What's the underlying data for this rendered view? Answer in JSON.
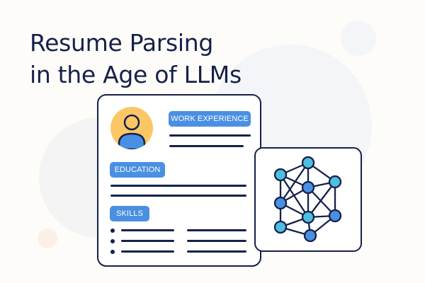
{
  "title": {
    "line1": "Resume Parsing",
    "line2": "in the Age of LLMs"
  },
  "resume_card": {
    "avatar": {
      "icon": "user-icon",
      "bg_color": "#fbc765",
      "body_color": "#4a90e2"
    },
    "sections": [
      {
        "label": "WORK EXPERIENCE"
      },
      {
        "label": "EDUCATION"
      },
      {
        "label": "SKILLS"
      }
    ],
    "skills_bullets": 3
  },
  "ai_panel": {
    "icon": "neural-network-icon",
    "node_colors": {
      "cyan": "#4dbfe0",
      "blue": "#4a90e2",
      "stroke": "#16204a"
    }
  },
  "colors": {
    "background": "#fdfcf9",
    "navy": "#16204a",
    "accent_blue": "#4a90e2",
    "avatar_yellow": "#fbc765"
  }
}
